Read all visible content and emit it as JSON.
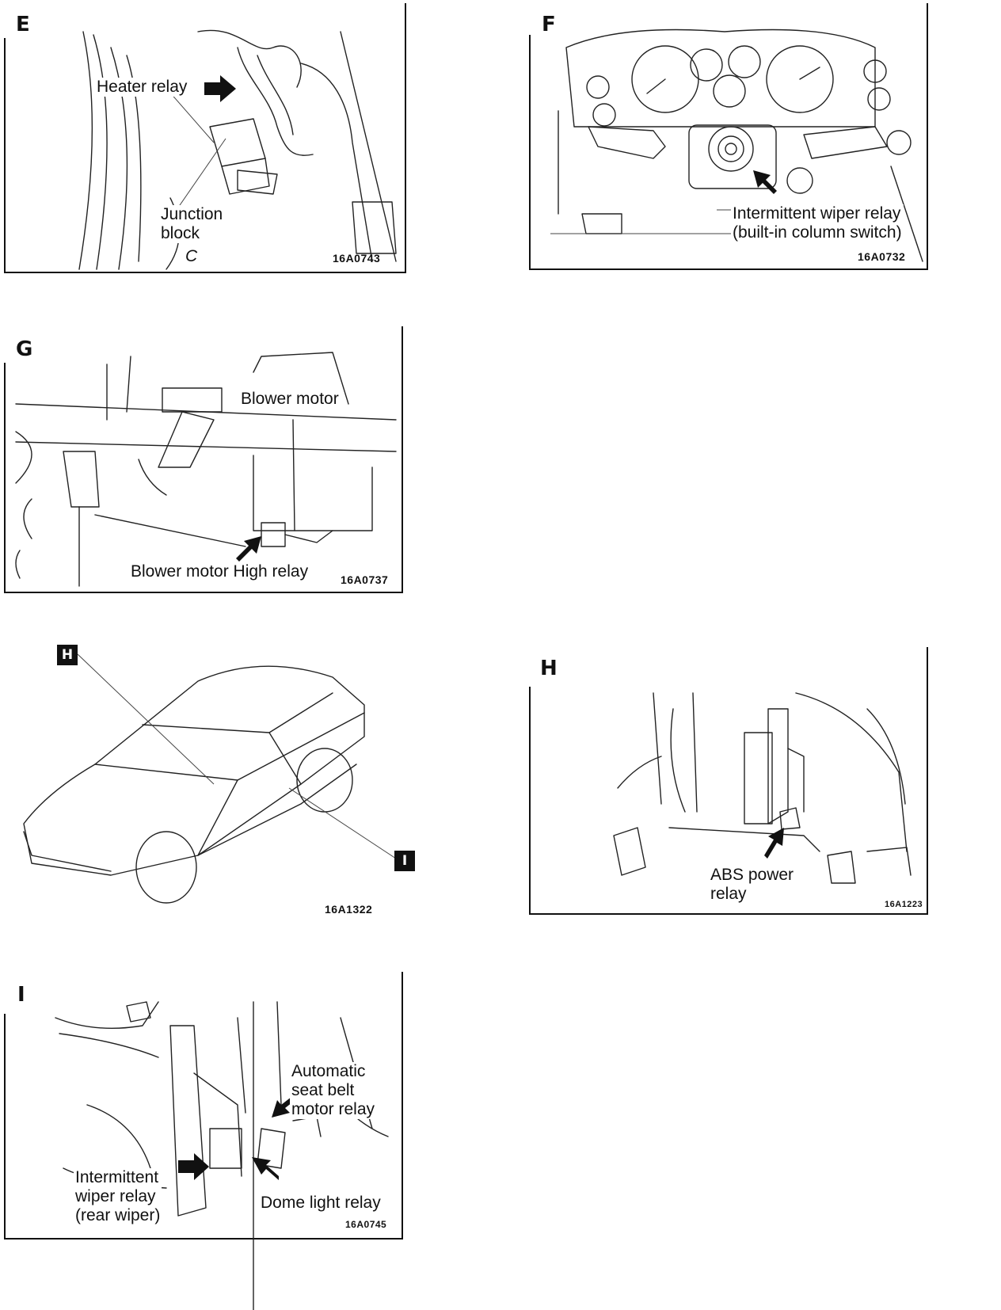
{
  "panels": {
    "E": {
      "letter": "E",
      "labels": {
        "heater_relay": "Heater relay",
        "junction_block": "Junction\nblock",
        "stray_mark": "C"
      },
      "code": "16A0743"
    },
    "F": {
      "letter": "F",
      "labels": {
        "intermittent_wiper_relay": "Intermittent wiper relay\n(built-in column switch)"
      },
      "code": "16A0732"
    },
    "G": {
      "letter": "G",
      "labels": {
        "blower_motor": "Blower motor",
        "blower_high_relay": "Blower motor High relay"
      },
      "code": "16A0737"
    },
    "car": {
      "tag_h": "H",
      "tag_i": "I",
      "code": "16A1322"
    },
    "H": {
      "letter": "H",
      "labels": {
        "abs_power_relay": "ABS power\nrelay"
      },
      "code": "16A1223"
    },
    "I": {
      "letter": "I",
      "labels": {
        "seat_belt_relay": "Automatic\nseat belt\nmotor relay",
        "rear_wiper_relay": "Intermittent\nwiper relay\n(rear wiper)",
        "dome_light_relay": "Dome light relay"
      },
      "code": "16A0745"
    }
  }
}
